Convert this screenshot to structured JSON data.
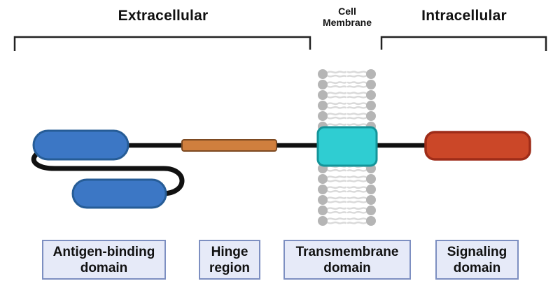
{
  "titles": {
    "extracellular": "Extracellular",
    "cell_membrane_line1": "Cell",
    "cell_membrane_line2": "Membrane",
    "intracellular": "Intracellular"
  },
  "domain_labels": {
    "antigen_binding": "Antigen-binding domain",
    "hinge": "Hinge region",
    "transmembrane": "Transmembrane domain",
    "signaling": "Signaling domain"
  },
  "colors": {
    "antigen_binding_fill": "#3c77c5",
    "antigen_binding_stroke": "#265c96",
    "hinge_fill": "#d07f3e",
    "hinge_stroke": "#7d4a22",
    "transmembrane_fill": "#2fcdd2",
    "transmembrane_stroke": "#149499",
    "signaling_fill": "#cb4728",
    "signaling_stroke": "#9e2c18",
    "backbone": "#111111",
    "lipid_head": "#b5b5b5",
    "lipid_tail": "#d9d9d9",
    "bracket": "#222222",
    "label_box_fill": "#e6eaf8",
    "label_box_border": "#7d8fc1"
  }
}
